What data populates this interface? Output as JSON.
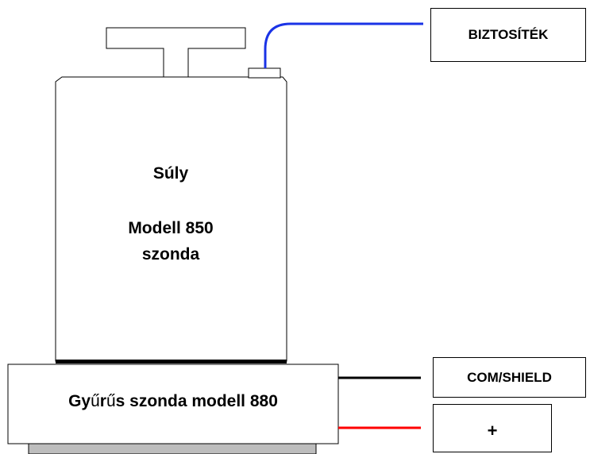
{
  "fuse": {
    "label": "BIZTOSÍTÉK"
  },
  "weight": {
    "title": "Súly",
    "probe_line1": "Modell 850",
    "probe_line2": "szonda"
  },
  "ring_probe": {
    "prefix": "Gy",
    "u1": "ű",
    "mid": "r",
    "u2": "ű",
    "suffix": "s szonda modell 880"
  },
  "terminals": {
    "com_label": "COM/SHIELD",
    "plus_label": "+"
  },
  "colors": {
    "fuse_wire": "#1a33e6",
    "com_wire": "#000000",
    "plus_wire": "#ff0000",
    "base": "#bdbdbd"
  }
}
